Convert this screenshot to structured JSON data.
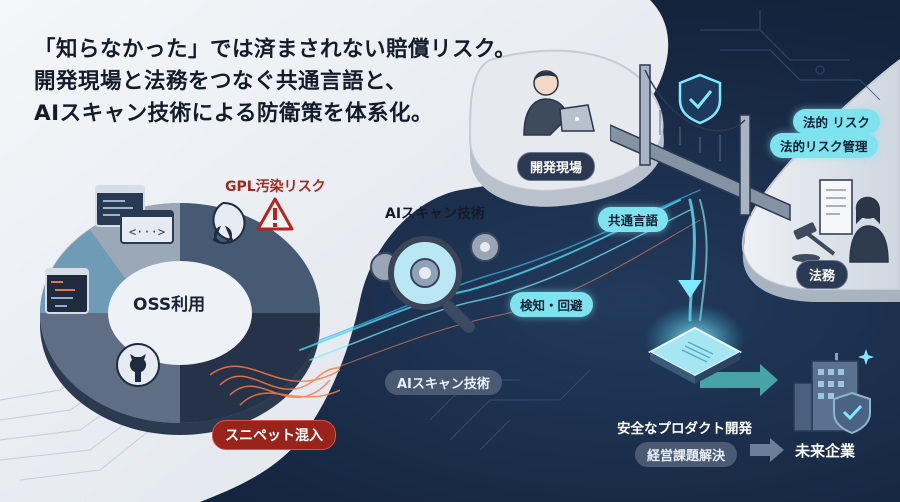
{
  "headline": {
    "line1": "「知らなかった」では済まされない賠償リスク。",
    "line2": "開発現場と法務をつなぐ共通言語と、",
    "line3": "AIスキャン技術による防衛策を体系化。"
  },
  "oss_cycle": {
    "center_label": "OSS利用",
    "risk_label": "GPL汚染リスク",
    "snippet_badge": "スニペット混入",
    "icons": [
      "code-window-icon",
      "code-snippet-icon",
      "open-source-icon",
      "github-icon",
      "warning-icon"
    ]
  },
  "ai_scan": {
    "title": "AIスキャン技術",
    "detect_badge": "検知・回避",
    "bottom_badge": "AIスキャン技術"
  },
  "bridge": {
    "common_language_badge": "共通言語",
    "dev_site_label": "開発現場",
    "legal_label": "法務",
    "legal_risk_badge": "法的 リスク",
    "legal_risk_mgmt_badge": "法的リスク管理"
  },
  "outcome": {
    "product_label": "安全なプロダクト開発",
    "management_badge": "経営課題解決",
    "future_label": "未来企業"
  },
  "colors": {
    "accent_cyan": "#7fe3ef",
    "danger_red": "#9a241c",
    "navy_bg": "#162640",
    "light_bg": "#eef1f5"
  }
}
